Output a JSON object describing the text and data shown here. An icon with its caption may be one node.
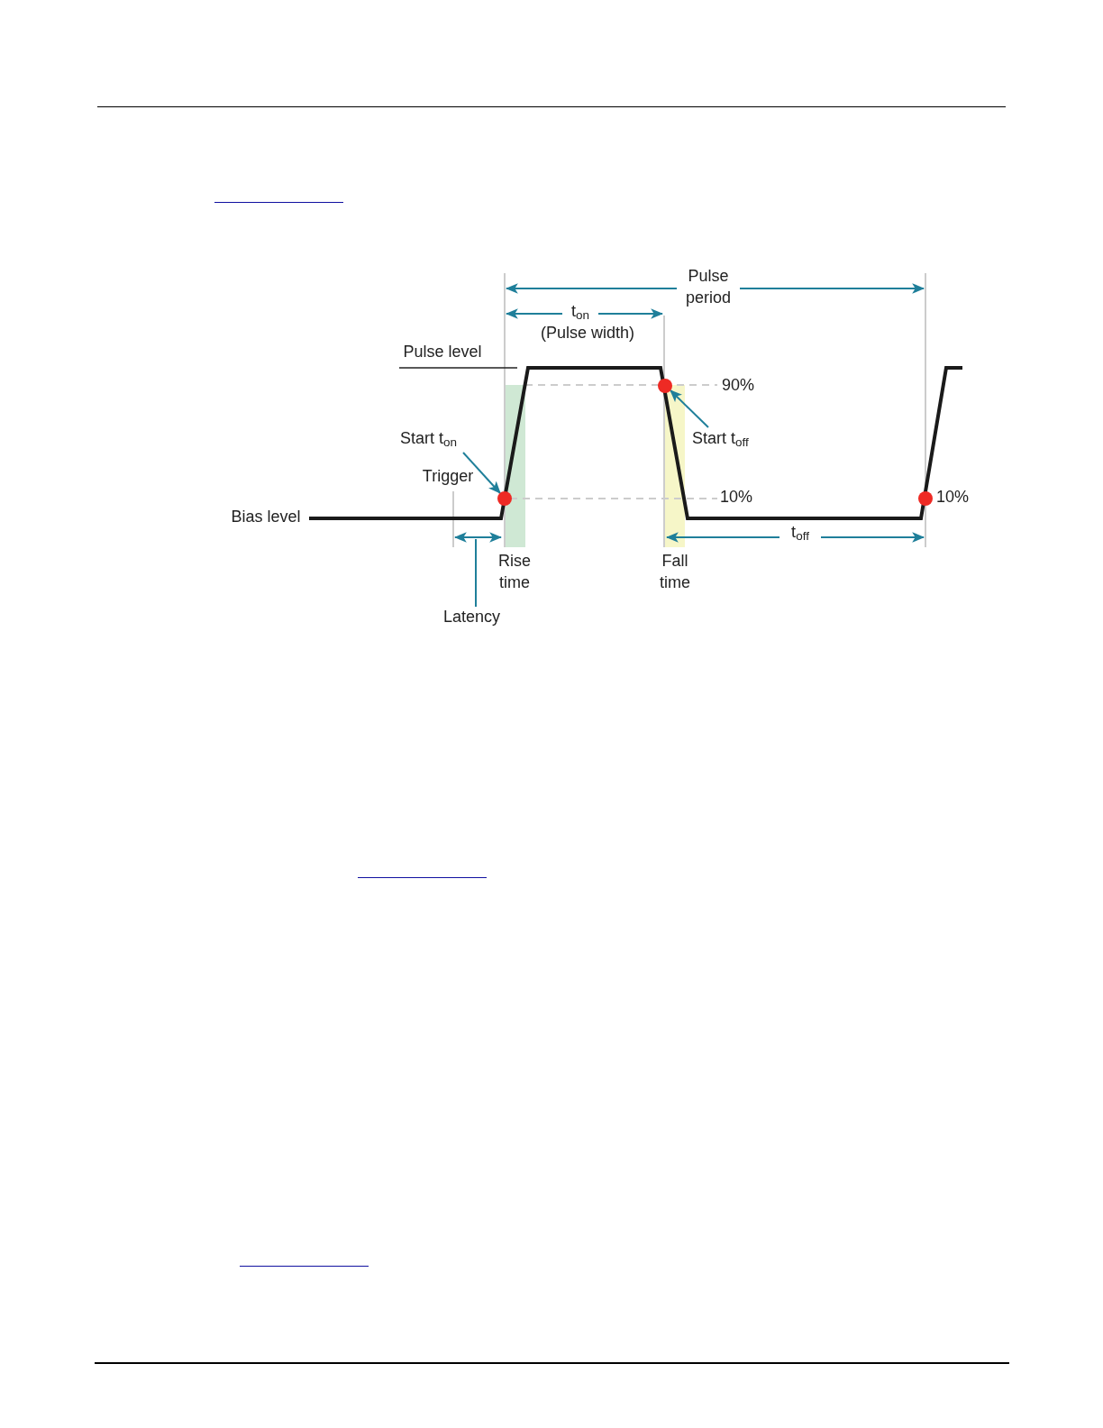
{
  "diagram": {
    "nodes": [
      {
        "text": [
          "Start t$_{on}$"
        ]
      },
      {
        "text": [],
        "shape": "circle"
      },
      {
        "text": [],
        "shape": "circle"
      },
      {
        "text": [
          "Start t$_{off}$"
        ]
      },
      {
        "text": [],
        "shape": "circle"
      },
      {
        "text": [
          "Latency"
        ]
      }
    ],
    "edges": [
      {
        "from": 0,
        "to": 1,
        "arrow": "to"
      },
      {
        "from": 3,
        "to": 2,
        "arrow": "to"
      },
      {
        "from": 5,
        "to": null,
        "arrow": "none"
      }
    ],
    "labels": [
      "Pulse period",
      "t$_{on}$",
      "(Pulse width)",
      "Pulse level",
      "90%",
      "Trigger",
      "10%",
      "10%",
      "Bias level",
      "Rise time",
      "Fall time",
      "t$_{off}$"
    ]
  }
}
